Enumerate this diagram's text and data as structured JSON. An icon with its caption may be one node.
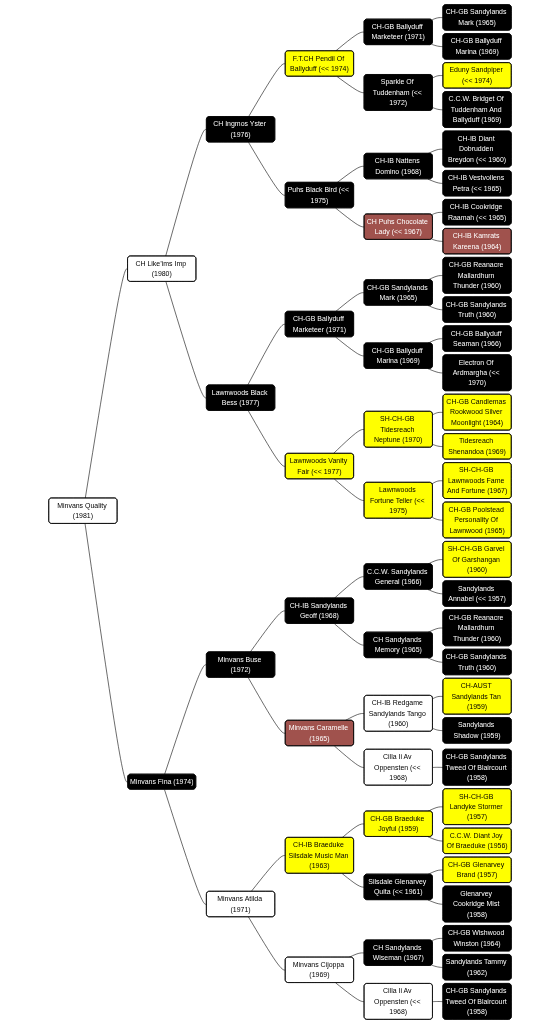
{
  "diagram": {
    "nodes": [
      {
        "text": [
          "CH-GB Sandylands Mark (1965)"
        ]
      },
      {
        "text": [
          "CH-GB Ballyduff Marketeer (1971)"
        ]
      },
      {
        "text": [
          "CH-GB Ballyduff Marina (1969)"
        ]
      },
      {
        "text": [
          "F.T.CH Pendil Of Ballyduff (<< 1974)"
        ]
      },
      {
        "text": [
          "Eduny Sandpiper (<< 1974)"
        ]
      },
      {
        "text": [
          "Sparkle Of Tuddenham (<< 1972)"
        ]
      },
      {
        "text": [
          "C.C.W. Bridget Of Tuddenham And Ballyduff (1969)"
        ]
      },
      {
        "text": [
          "CH Ingmos Yster (1976)"
        ]
      },
      {
        "text": [
          "CH-IB Diant Dobrudden Breydon (<< 1960)"
        ]
      },
      {
        "text": [
          "CH-IB Nattens Domino (1968)"
        ]
      },
      {
        "text": [
          "CH-IB Vestvollens Petra (<< 1965)"
        ]
      },
      {
        "text": [
          "Puhs Black Bird (<< 1975)"
        ]
      },
      {
        "text": [
          "CH-IB Cookridge Raamah (<< 1965)"
        ]
      },
      {
        "text": [
          "CH Puhs Chocolate Lady (<< 1967)"
        ]
      },
      {
        "text": [
          "CH-IB Kamrats Kareena (1964)"
        ]
      },
      {
        "text": [
          "CH Like’ims Imp (1980)"
        ]
      },
      {
        "text": [
          "CH-GB Reanacre Mallardhurn Thunder (1960)"
        ]
      },
      {
        "text": [
          "CH-GB Sandylands Mark (1965)"
        ]
      },
      {
        "text": [
          "CH-GB Sandylands Truth (1960)"
        ]
      },
      {
        "text": [
          "CH-GB Ballyduff Marketeer (1971)"
        ]
      },
      {
        "text": [
          "CH-GB Ballyduff Seaman (1966)"
        ]
      },
      {
        "text": [
          "CH-GB Ballyduff Marina (1969)"
        ]
      },
      {
        "text": [
          "Electron Of Ardmargha (<< 1970)"
        ]
      },
      {
        "text": [
          "Lawnwoods Black Bess (1977)"
        ]
      },
      {
        "text": [
          "CH-GB Candlemas Rookwood Silver Moonlight (1964)"
        ]
      },
      {
        "text": [
          "SH-CH-GB Tidesreach Neptune (1970)"
        ]
      },
      {
        "text": [
          "Tidesreach Shenandoa (1969)"
        ]
      },
      {
        "text": [
          "Lawnwoods Vanity Fair (<< 1977)"
        ]
      },
      {
        "text": [
          "SH-CH-GB Lawnwoods Fame And Fortune (1967)"
        ]
      },
      {
        "text": [
          "Lawnwoods Fortune Teller (<< 1975)"
        ]
      },
      {
        "text": [
          "CH-GB Poolstead Personality Of Lawnwood (1965)"
        ]
      },
      {
        "text": [
          "Minvans Quality (1981)"
        ]
      },
      {
        "text": [
          "SH-CH-GB Garvel Of Garshangan (1960)"
        ]
      },
      {
        "text": [
          "C.C.W. Sandylands General (1966)"
        ]
      },
      {
        "text": [
          "Sandylands Annabel (<< 1957)"
        ]
      },
      {
        "text": [
          "CH-IB Sandylands Geoff (1968)"
        ]
      },
      {
        "text": [
          "CH-GB Reanacre Mallardhurn Thunder (1960)"
        ]
      },
      {
        "text": [
          "CH Sandylands Memory (1965)"
        ]
      },
      {
        "text": [
          "CH-GB Sandylands Truth (1960)"
        ]
      },
      {
        "text": [
          "Minvans Buse (1972)"
        ]
      },
      {
        "text": [
          "CH-AUST Sandylands Tan (1959)"
        ]
      },
      {
        "text": [
          "CH-IB Redgame Sandylands Tango (1960)"
        ]
      },
      {
        "text": [
          "Sandylands Shadow (1959)"
        ]
      },
      {
        "text": [
          "Minvans Caramelle (1965)"
        ]
      },
      {
        "text": [
          "CH-GB Sandylands Tweed Of Blaircourt (1958)"
        ]
      },
      {
        "text": [
          "Cilla Ii Av Oppensten (<< 1968)"
        ]
      },
      {
        "text": [
          "Minvans Fina (1974)"
        ]
      },
      {
        "text": [
          "SH-CH-GB Landyke Stormer (1957)"
        ]
      },
      {
        "text": [
          "CH-GB Braeduke Joyful (1959)"
        ]
      },
      {
        "text": [
          "C.C.W. Diant Joy Of Braeduke (1956)"
        ]
      },
      {
        "text": [
          "CH-IB Braeduke Silsdale Music Man (1963)"
        ]
      },
      {
        "text": [
          "CH-GB Glenarvey Brand (1957)"
        ]
      },
      {
        "text": [
          "Silsdale Glenarvey Quita (<< 1961)"
        ]
      },
      {
        "text": [
          "Glenarvey Cookridge Mist (1958)"
        ]
      },
      {
        "text": [
          "Minvans Atilda (1971)"
        ]
      },
      {
        "text": [
          "CH-GB Wishwood Winston (1964)"
        ]
      },
      {
        "text": [
          "CH Sandylands Wiseman (1967)"
        ]
      },
      {
        "text": [
          "Sandylands Tammy (1962)"
        ]
      },
      {
        "text": [
          "Minvans Cijoppa (1969)"
        ]
      },
      {
        "text": [
          "CH-GB Sandylands Tweed Of Blaircourt (1958)"
        ]
      },
      {
        "text": [
          "Cilla Ii Av Oppensten (<< 1968)"
        ]
      }
    ],
    "edges": [
      {
        "from": 1,
        "to": 0,
        "arrow": "none"
      },
      {
        "from": 3,
        "to": 1,
        "arrow": "none"
      },
      {
        "from": 1,
        "to": 2,
        "arrow": "none"
      },
      {
        "from": 7,
        "to": 3,
        "arrow": "none"
      },
      {
        "from": 5,
        "to": 4,
        "arrow": "none"
      },
      {
        "from": 3,
        "to": 5,
        "arrow": "none"
      },
      {
        "from": 5,
        "to": 6,
        "arrow": "none"
      },
      {
        "from": 15,
        "to": 7,
        "arrow": "none"
      },
      {
        "from": 9,
        "to": 8,
        "arrow": "none"
      },
      {
        "from": 11,
        "to": 9,
        "arrow": "none"
      },
      {
        "from": 9,
        "to": 10,
        "arrow": "none"
      },
      {
        "from": 7,
        "to": 11,
        "arrow": "none"
      },
      {
        "from": 13,
        "to": 12,
        "arrow": "none"
      },
      {
        "from": 11,
        "to": 13,
        "arrow": "none"
      },
      {
        "from": 13,
        "to": 14,
        "arrow": "none"
      },
      {
        "from": 31,
        "to": 15,
        "arrow": "none"
      },
      {
        "from": 17,
        "to": 16,
        "arrow": "none"
      },
      {
        "from": 19,
        "to": 17,
        "arrow": "none"
      },
      {
        "from": 17,
        "to": 18,
        "arrow": "none"
      },
      {
        "from": 23,
        "to": 19,
        "arrow": "none"
      },
      {
        "from": 21,
        "to": 20,
        "arrow": "none"
      },
      {
        "from": 19,
        "to": 21,
        "arrow": "none"
      },
      {
        "from": 21,
        "to": 22,
        "arrow": "none"
      },
      {
        "from": 15,
        "to": 23,
        "arrow": "none"
      },
      {
        "from": 25,
        "to": 24,
        "arrow": "none"
      },
      {
        "from": 27,
        "to": 25,
        "arrow": "none"
      },
      {
        "from": 25,
        "to": 26,
        "arrow": "none"
      },
      {
        "from": 23,
        "to": 27,
        "arrow": "none"
      },
      {
        "from": 29,
        "to": 28,
        "arrow": "none"
      },
      {
        "from": 27,
        "to": 29,
        "arrow": "none"
      },
      {
        "from": 29,
        "to": 30,
        "arrow": "none"
      },
      {
        "from": 33,
        "to": 32,
        "arrow": "none"
      },
      {
        "from": 35,
        "to": 33,
        "arrow": "none"
      },
      {
        "from": 33,
        "to": 34,
        "arrow": "none"
      },
      {
        "from": 39,
        "to": 35,
        "arrow": "none"
      },
      {
        "from": 37,
        "to": 36,
        "arrow": "none"
      },
      {
        "from": 35,
        "to": 37,
        "arrow": "none"
      },
      {
        "from": 37,
        "to": 38,
        "arrow": "none"
      },
      {
        "from": 46,
        "to": 39,
        "arrow": "none"
      },
      {
        "from": 41,
        "to": 40,
        "arrow": "none"
      },
      {
        "from": 43,
        "to": 41,
        "arrow": "none"
      },
      {
        "from": 41,
        "to": 42,
        "arrow": "none"
      },
      {
        "from": 39,
        "to": 43,
        "arrow": "none"
      },
      {
        "from": 45,
        "to": 44,
        "arrow": "none"
      },
      {
        "from": 43,
        "to": 45,
        "arrow": "none"
      },
      {
        "from": 31,
        "to": 46,
        "arrow": "none"
      },
      {
        "from": 48,
        "to": 47,
        "arrow": "none"
      },
      {
        "from": 50,
        "to": 48,
        "arrow": "none"
      },
      {
        "from": 48,
        "to": 49,
        "arrow": "none"
      },
      {
        "from": 54,
        "to": 50,
        "arrow": "none"
      },
      {
        "from": 52,
        "to": 51,
        "arrow": "none"
      },
      {
        "from": 50,
        "to": 52,
        "arrow": "none"
      },
      {
        "from": 52,
        "to": 53,
        "arrow": "none"
      },
      {
        "from": 46,
        "to": 54,
        "arrow": "none"
      },
      {
        "from": 56,
        "to": 55,
        "arrow": "none"
      },
      {
        "from": 58,
        "to": 56,
        "arrow": "none"
      },
      {
        "from": 56,
        "to": 57,
        "arrow": "none"
      },
      {
        "from": 54,
        "to": 58,
        "arrow": "none"
      },
      {
        "from": 60,
        "to": 59,
        "arrow": "none"
      },
      {
        "from": 58,
        "to": 60,
        "arrow": "none"
      }
    ]
  }
}
